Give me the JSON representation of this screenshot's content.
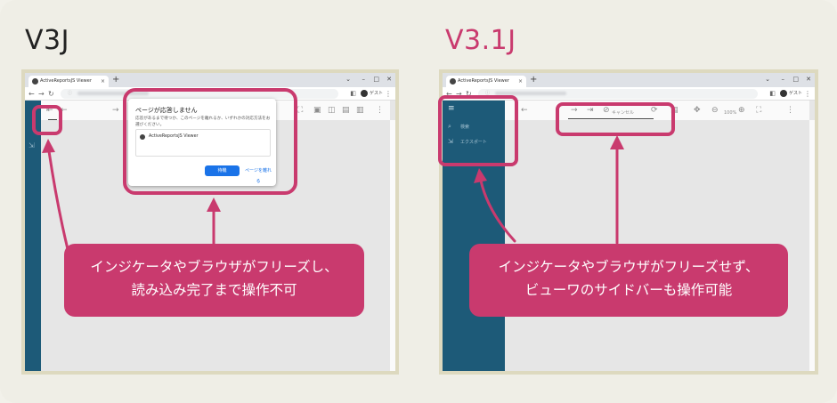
{
  "left": {
    "label": "V3J",
    "tab_title": "ActiveReportsJS Viewer",
    "guest_label": "ゲスト",
    "dialog": {
      "title": "ページが応答しません",
      "body": "応答があるまで待つか、このページを離れるか、いずれかの対応方法をお選びください。",
      "page_name": "ActiveReportsJS Viewer",
      "wait_button": "待機",
      "exit_button": "ページを離れる"
    },
    "callout": [
      "インジケータやブラウザがフリーズし、",
      "読み込み完了まで操作不可"
    ]
  },
  "right": {
    "label": "V3.1J",
    "tab_title": "ActiveReportsJS Viewer",
    "guest_label": "ゲスト",
    "sidebar": [
      {
        "label": "検索",
        "icon": "search-icon"
      },
      {
        "label": "エクスポート",
        "icon": "export-icon"
      }
    ],
    "toolbar": {
      "cancel_label": "キャンセル",
      "zoom_label": "100%"
    },
    "callout": [
      "インジケータやブラウザがフリーズせず、",
      "ビューワのサイドバーも操作可能"
    ]
  },
  "colors": {
    "accent": "#c93a6e",
    "left_label": "#222222",
    "right_label": "#c93a6e",
    "sidebar": "#1d5a78",
    "frame": "#ddd9bf",
    "background": "#efeee6"
  }
}
